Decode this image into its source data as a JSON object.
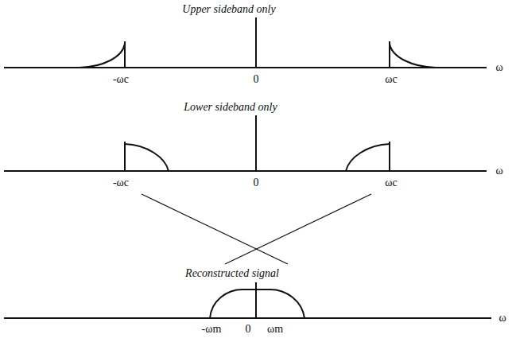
{
  "diagram": {
    "labels": [
      "Upper sideband only",
      "-ωc",
      "0",
      "ωc",
      "ω",
      "Lower sideband only",
      "-ωc",
      "0",
      "ωc",
      "ω",
      "Reconstructed signal",
      "-ωm",
      "0",
      "ωm",
      "ω"
    ]
  }
}
